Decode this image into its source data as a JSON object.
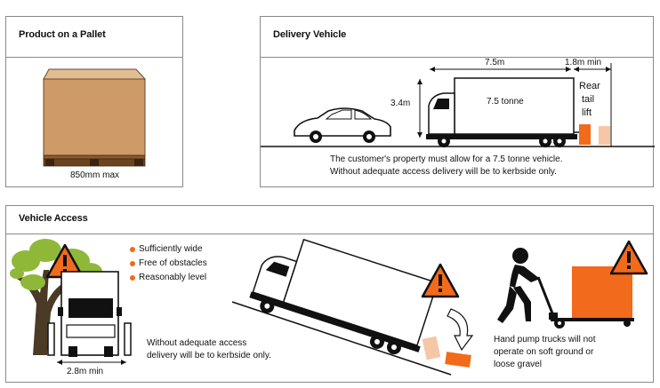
{
  "pallet": {
    "title": "Product on a Pallet",
    "caption": "850mm max"
  },
  "delivery": {
    "title": "Delivery Vehicle",
    "length_label": "7.5m",
    "tail_lift_dim_label": "1.8m min",
    "height_label": "3.4m",
    "truck_label": "7.5 tonne",
    "tail_lift_label": [
      "Rear",
      "tail",
      "lift"
    ],
    "note_line1": "The customer's property must allow for a 7.5 tonne vehicle.",
    "note_line2": "Without adequate access delivery will be to kerbside only."
  },
  "access": {
    "title": "Vehicle Access",
    "bullets": [
      "Sufficiently wide",
      "Free of obstacles",
      "Reasonably level"
    ],
    "width_label": "2.8m min",
    "kerbside_line1": "Without adequate access",
    "kerbside_line2": "delivery will be to kerbside only.",
    "pump_line1": "Hand pump trucks will not",
    "pump_line2": "operate on soft ground or",
    "pump_line3": "loose gravel"
  },
  "colors": {
    "accent": "#f26a1b",
    "box": "#cd9a68",
    "pallet": "#8a5a2b",
    "tree": "#8fb838"
  },
  "icons": [
    "warning-icon",
    "car-icon",
    "truck-icon",
    "tree-icon",
    "person-icon",
    "pallet-truck-icon",
    "curved-arrow-icon"
  ]
}
